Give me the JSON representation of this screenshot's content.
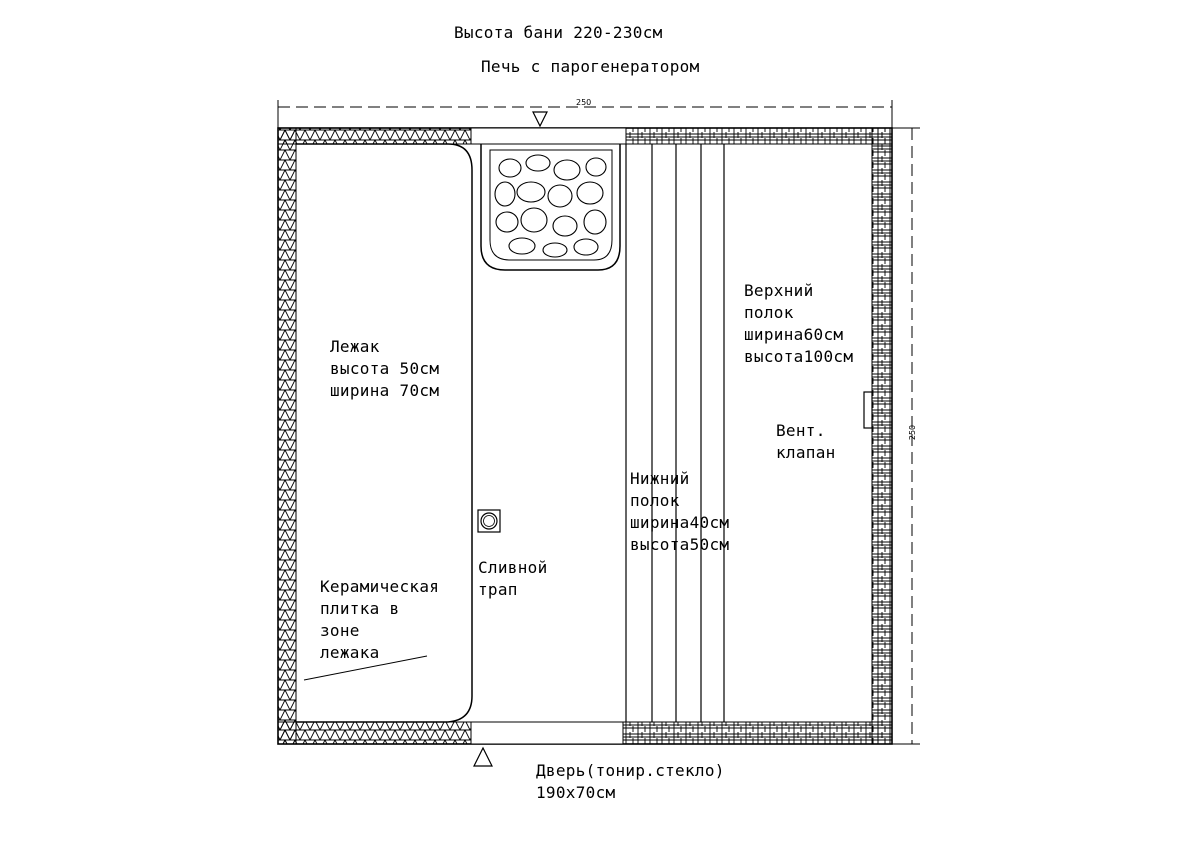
{
  "header": {
    "height_note": "Высота бани 220-230см",
    "stove_label": "Печь с парогенератором"
  },
  "dimensions": {
    "width": "250",
    "depth": "250"
  },
  "zones": {
    "lounger": [
      "Лежак",
      "высота 50см",
      "ширина 70см"
    ],
    "upper_shelf": [
      "Верхний",
      "полок",
      "ширина60см",
      "высота100см"
    ],
    "lower_shelf": [
      "Нижний",
      "полок",
      "ширина40см",
      "высота50см"
    ],
    "vent": [
      "Вент.",
      "клапан"
    ],
    "drain": [
      "Сливной",
      "трап"
    ],
    "tile": [
      "Керамическая",
      "плитка в",
      "зоне",
      "лежака"
    ]
  },
  "door": [
    "Дверь(тонир.стекло)",
    "190x70см"
  ]
}
